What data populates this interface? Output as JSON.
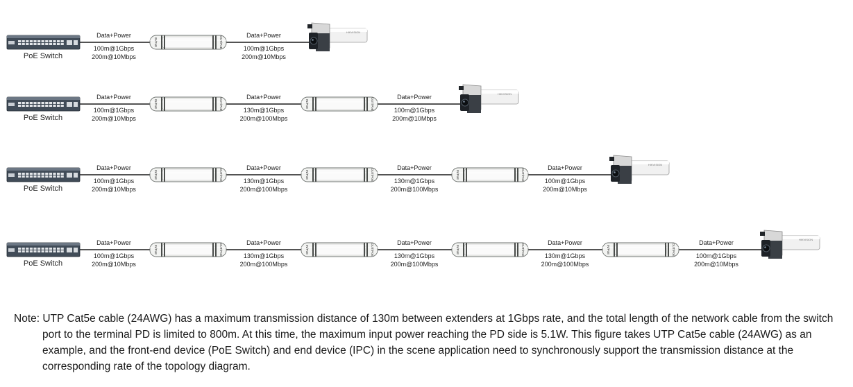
{
  "rows": [
    {
      "switch_label": "PoE Switch",
      "segments": [
        {
          "label": "Data+Power",
          "rate1": "100m@1Gbps",
          "rate2": "200m@10Mbps"
        },
        {
          "label": "Data+Power",
          "rate1": "100m@1Gbps",
          "rate2": "200m@10Mbps"
        }
      ]
    },
    {
      "switch_label": "PoE Switch",
      "segments": [
        {
          "label": "Data+Power",
          "rate1": "100m@1Gbps",
          "rate2": "200m@10Mbps"
        },
        {
          "label": "Data+Power",
          "rate1": "130m@1Gbps",
          "rate2": "200m@100Mbps"
        },
        {
          "label": "Data+Power",
          "rate1": "100m@1Gbps",
          "rate2": "200m@10Mbps"
        }
      ]
    },
    {
      "switch_label": "PoE Switch",
      "segments": [
        {
          "label": "Data+Power",
          "rate1": "100m@1Gbps",
          "rate2": "200m@10Mbps"
        },
        {
          "label": "Data+Power",
          "rate1": "130m@1Gbps",
          "rate2": "200m@100Mbps"
        },
        {
          "label": "Data+Power",
          "rate1": "130m@1Gbps",
          "rate2": "200m@100Mbps"
        },
        {
          "label": "Data+Power",
          "rate1": "100m@1Gbps",
          "rate2": "200m@10Mbps"
        }
      ]
    },
    {
      "switch_label": "PoE Switch",
      "segments": [
        {
          "label": "Data+Power",
          "rate1": "100m@1Gbps",
          "rate2": "200m@10Mbps"
        },
        {
          "label": "Data+Power",
          "rate1": "130m@1Gbps",
          "rate2": "200m@100Mbps"
        },
        {
          "label": "Data+Power",
          "rate1": "130m@1Gbps",
          "rate2": "200m@100Mbps"
        },
        {
          "label": "Data+Power",
          "rate1": "130m@1Gbps",
          "rate2": "200m@100Mbps"
        },
        {
          "label": "Data+Power",
          "rate1": "100m@1Gbps",
          "rate2": "200m@10Mbps"
        }
      ]
    }
  ],
  "extender": {
    "port_in": "IN/PoE",
    "port_out": "OUT/PoE"
  },
  "camera_brand": "HIKVISION",
  "icons": {
    "switch": "poe-switch-icon",
    "extender": "ethernet-extender-icon",
    "camera": "bullet-camera-icon"
  },
  "note": {
    "first_line": "Note: UTP Cat5e cable (24AWG) has a maximum transmission distance of 130m between extenders at 1Gbps rate, and the total length of the network cable from the switch",
    "rest": "port to the terminal PD is limited to 800m. At this time, the maximum input power reaching the PD side is 5.1W. This figure takes UTP Cat5e cable (24AWG) as an example, and the front-end device (PoE Switch) and end device (IPC) in the scene application need to synchronously support the transmission distance at the corresponding rate of the topology diagram."
  }
}
